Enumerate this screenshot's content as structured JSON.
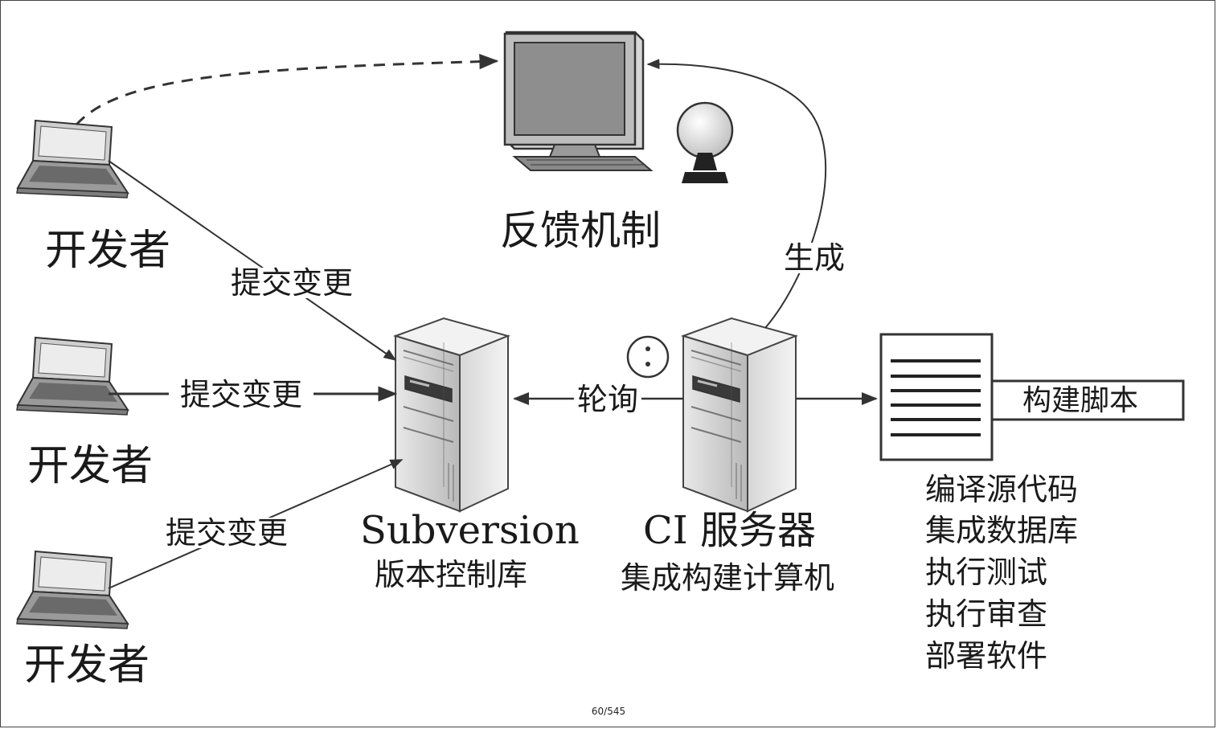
{
  "developers": [
    {
      "label": "开发者"
    },
    {
      "label": "开发者"
    },
    {
      "label": "开发者"
    }
  ],
  "edges": {
    "commit_1": "提交变更",
    "commit_2": "提交变更",
    "commit_3": "提交变更",
    "poll": "轮询",
    "generate": "生成"
  },
  "feedback": {
    "label": "反馈机制"
  },
  "repository": {
    "name": "Subversion",
    "subtitle": "版本控制库"
  },
  "ci_server": {
    "name": "CI 服务器",
    "subtitle": "集成构建计算机"
  },
  "build_script": {
    "label": "构建脚本",
    "tasks": [
      "编译源代码",
      "集成数据库",
      "执行测试",
      "执行审查",
      "部署软件"
    ]
  },
  "page_indicator": "60/545"
}
